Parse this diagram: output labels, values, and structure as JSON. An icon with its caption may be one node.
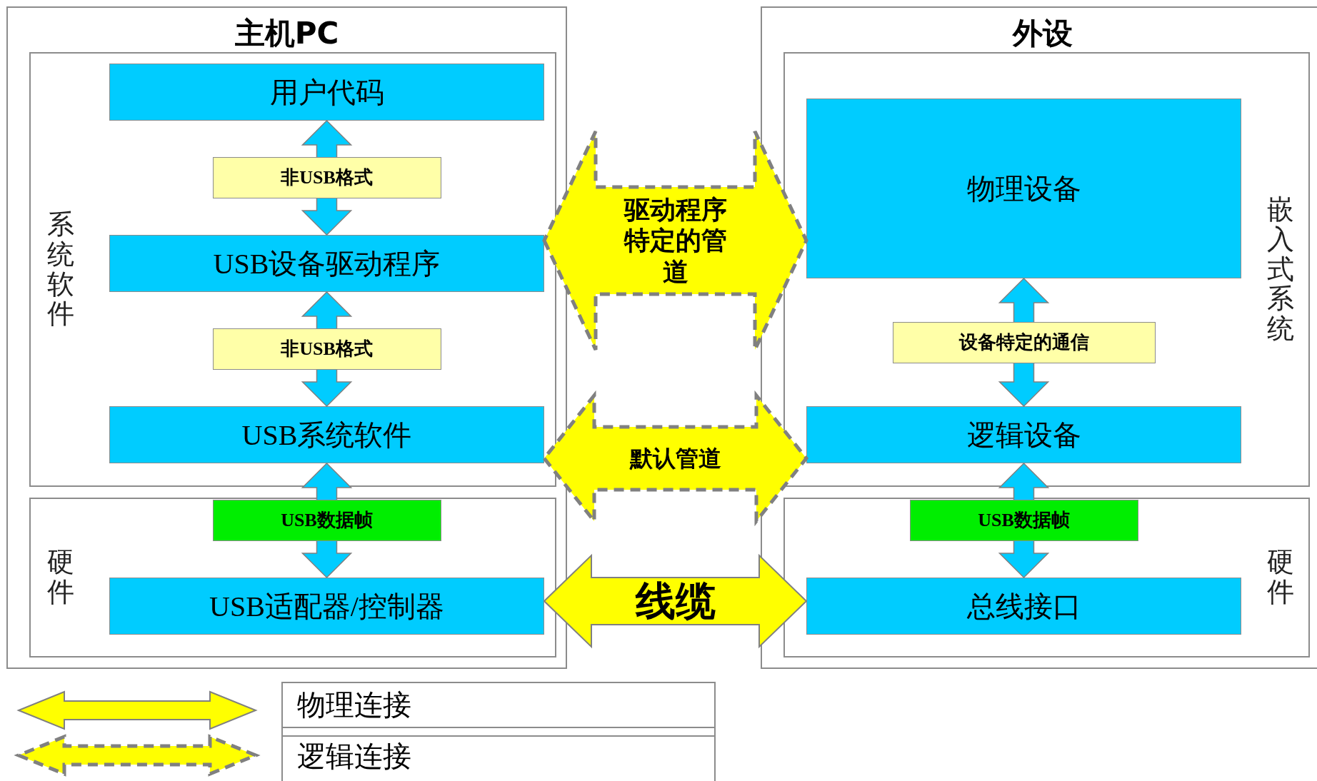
{
  "diagram": {
    "nodes": [
      {
        "text": [
          "主机PC"
        ]
      },
      {
        "text": [
          "系统软件"
        ],
        "in": 0
      },
      {
        "text": [
          "用户代码"
        ],
        "in": 1
      },
      {
        "text": [
          "USB设备驱动程序"
        ],
        "in": 1
      },
      {
        "text": [
          "USB系统软件"
        ],
        "in": 1
      },
      {
        "text": [
          "硬件"
        ],
        "in": 0
      },
      {
        "text": [
          "USB适配器/控制器"
        ],
        "in": 5
      },
      {
        "text": [
          "外设"
        ]
      },
      {
        "text": [
          "嵌入式系统"
        ],
        "in": 7
      },
      {
        "text": [
          "物理设备"
        ],
        "in": 8
      },
      {
        "text": [
          "逻辑设备"
        ],
        "in": 8
      },
      {
        "text": [
          "硬件"
        ],
        "in": 7
      },
      {
        "text": [
          "总线接口"
        ],
        "in": 11
      }
    ],
    "edges": [
      {
        "from": 2,
        "to": 3,
        "arrow": "both",
        "label": "非USB格式"
      },
      {
        "from": 3,
        "to": 4,
        "arrow": "both",
        "label": "非USB格式"
      },
      {
        "from": 4,
        "to": 6,
        "arrow": "both",
        "label": "USB数据帧"
      },
      {
        "from": 9,
        "to": 10,
        "arrow": "both",
        "label": "设备特定的通信"
      },
      {
        "from": 10,
        "to": 12,
        "arrow": "both",
        "label": "USB数据帧"
      },
      {
        "from": 3,
        "to": 9,
        "arrow": "both",
        "label": "驱动程序特定的管道",
        "style": "dashed",
        "color": "#ffff00"
      },
      {
        "from": 4,
        "to": 10,
        "arrow": "both",
        "label": "默认管道",
        "style": "dashed",
        "color": "#ffff00"
      },
      {
        "from": 6,
        "to": 12,
        "arrow": "both",
        "label": "线缆",
        "color": "#ffff00"
      }
    ],
    "legend": [
      {
        "text": "物理连接"
      },
      {
        "text": "逻辑连接"
      }
    ]
  }
}
